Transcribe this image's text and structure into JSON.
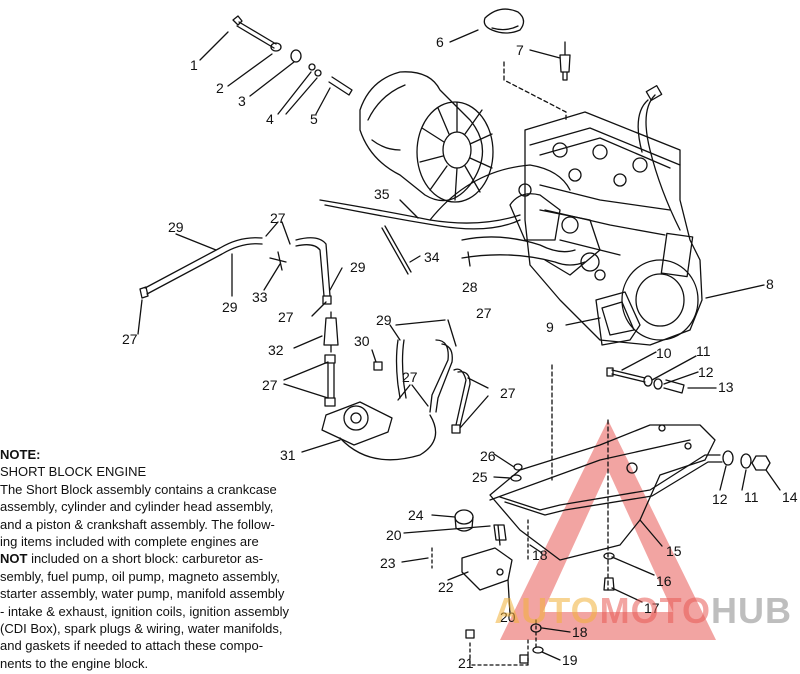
{
  "diagram": {
    "callouts": [
      {
        "id": "1",
        "text": "1"
      },
      {
        "id": "2",
        "text": "2"
      },
      {
        "id": "3",
        "text": "3"
      },
      {
        "id": "4",
        "text": "4"
      },
      {
        "id": "5",
        "text": "5"
      },
      {
        "id": "6",
        "text": "6"
      },
      {
        "id": "7",
        "text": "7"
      },
      {
        "id": "8",
        "text": "8"
      },
      {
        "id": "9",
        "text": "9"
      },
      {
        "id": "10",
        "text": "10"
      },
      {
        "id": "11a",
        "text": "11"
      },
      {
        "id": "12a",
        "text": "12"
      },
      {
        "id": "13",
        "text": "13"
      },
      {
        "id": "12b",
        "text": "12"
      },
      {
        "id": "11b",
        "text": "11"
      },
      {
        "id": "14",
        "text": "14"
      },
      {
        "id": "15",
        "text": "15"
      },
      {
        "id": "16",
        "text": "16"
      },
      {
        "id": "17",
        "text": "17"
      },
      {
        "id": "18a",
        "text": "18"
      },
      {
        "id": "18b",
        "text": "18"
      },
      {
        "id": "19",
        "text": "19"
      },
      {
        "id": "20a",
        "text": "20"
      },
      {
        "id": "20b",
        "text": "20"
      },
      {
        "id": "21",
        "text": "21"
      },
      {
        "id": "22",
        "text": "22"
      },
      {
        "id": "23",
        "text": "23"
      },
      {
        "id": "24",
        "text": "24"
      },
      {
        "id": "25",
        "text": "25"
      },
      {
        "id": "26",
        "text": "26"
      },
      {
        "id": "27a",
        "text": "27"
      },
      {
        "id": "27b",
        "text": "27"
      },
      {
        "id": "27c",
        "text": "27"
      },
      {
        "id": "27d",
        "text": "27"
      },
      {
        "id": "27e",
        "text": "27"
      },
      {
        "id": "27f",
        "text": "27"
      },
      {
        "id": "28",
        "text": "28"
      },
      {
        "id": "29a",
        "text": "29"
      },
      {
        "id": "29b",
        "text": "29"
      },
      {
        "id": "29c",
        "text": "29"
      },
      {
        "id": "29d",
        "text": "29"
      },
      {
        "id": "30",
        "text": "30"
      },
      {
        "id": "31",
        "text": "31"
      },
      {
        "id": "32",
        "text": "32"
      },
      {
        "id": "33",
        "text": "33"
      },
      {
        "id": "34",
        "text": "34"
      },
      {
        "id": "35",
        "text": "35"
      }
    ]
  },
  "note": {
    "heading": "NOTE:",
    "subheading": "SHORT BLOCK ENGINE",
    "line1": "The Short Block assembly contains a crankcase",
    "line2": "assembly, cylinder and cylinder head assembly,",
    "line3": "and a piston & crankshaft assembly.  The follow-",
    "line4": "ing items included with complete engines are",
    "not_word": "NOT",
    "line5_rest": " included on a short block:  carburetor as-",
    "line6": "sembly, fuel pump, oil pump, magneto assembly,",
    "line7": "starter assembly, water pump, manifold assembly",
    "line8": "- intake & exhaust, ignition coils, ignition assembly",
    "line9": "(CDI Box), spark plugs & wiring, water manifolds,",
    "line10": "and gaskets if needed to attach these compo-",
    "line11": "nents to the engine block."
  },
  "watermark": {
    "part1": "AUTO",
    "part2": "MOTO",
    "part3": "HUB",
    "colors": {
      "part1": "#f2b23a",
      "part2": "#e85a55",
      "part3": "#8a8a8a",
      "triangle": "#e85a55"
    }
  }
}
